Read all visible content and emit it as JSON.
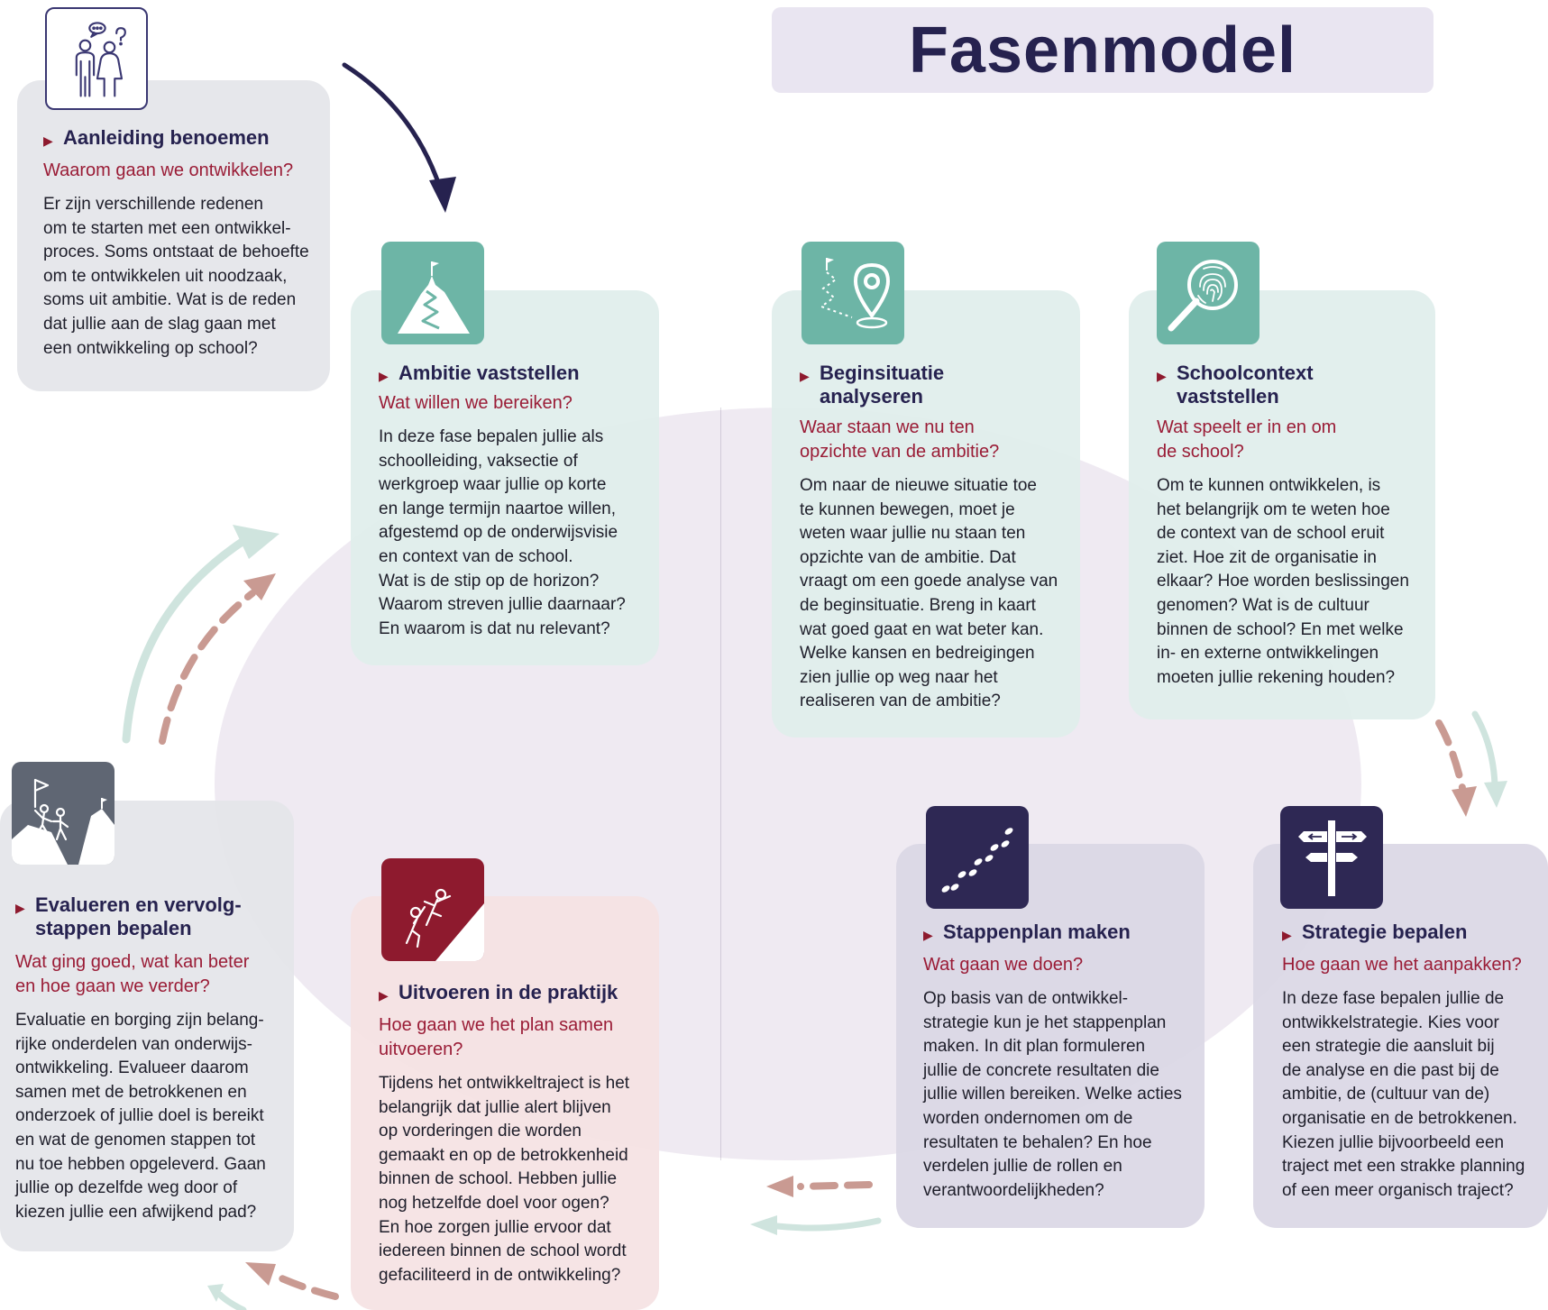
{
  "title": "Fasenmodel",
  "phases": {
    "aanleiding": {
      "icon": "people-question-icon",
      "heading": "Aanleiding benoemen",
      "question": "Waarom gaan we ontwikkelen?",
      "body": "Er zijn verschillende redenen\nom te starten met een ontwikkel-\nproces. Soms ontstaat de behoefte\nom te ontwikkelen uit noodzaak,\nsoms uit ambitie. Wat is de reden\ndat jullie aan de slag gaan met\neen ontwikkeling op school?"
    },
    "ambitie": {
      "icon": "mountain-flag-icon",
      "heading": "Ambitie vaststellen",
      "question": "Wat willen we bereiken?",
      "body": "In deze fase bepalen jullie als\nschoolleiding, vaksectie of\nwerkgroep waar jullie op korte\nen lange termijn naartoe willen,\nafgestemd op de onderwijsvisie\nen context van de school.\nWat is de stip op de horizon?\nWaarom streven jullie daarnaar?\nEn waarom is dat nu relevant?"
    },
    "beginsituatie": {
      "icon": "location-pin-icon",
      "heading_line1": "Beginsituatie",
      "heading_line2": "analyseren",
      "question_line1": "Waar staan we nu ten",
      "question_line2": "opzichte van de ambitie?",
      "body": "Om naar de nieuwe situatie toe\nte kunnen bewegen, moet je\nweten waar jullie nu staan ten\nopzichte van de ambitie. Dat\nvraagt om een goede analyse van\nde beginsituatie. Breng in kaart\nwat goed gaat en wat beter kan.\nWelke kansen en bedreigingen\nzien jullie op weg naar het\nrealiseren van de ambitie?"
    },
    "schoolcontext": {
      "icon": "fingerprint-magnifier-icon",
      "heading_line1": "Schoolcontext",
      "heading_line2": "vaststellen",
      "question_line1": "Wat speelt er in en om",
      "question_line2": "de school?",
      "body": "Om te kunnen ontwikkelen, is\nhet belangrijk om te weten hoe\nde context van de school eruit\nziet. Hoe zit de organisatie in\nelkaar? Hoe worden beslissingen\ngenomen? Wat is de cultuur\nbinnen de school? En met welke\nin- en externe ontwikkelingen\nmoeten jullie rekening houden?"
    },
    "strategie": {
      "icon": "signpost-icon",
      "heading": "Strategie bepalen",
      "question": "Hoe gaan we het aanpakken?",
      "body": "In deze fase bepalen jullie de\nontwikkelstrategie. Kies voor\neen strategie die aansluit bij\nde analyse en die past bij de\nambitie, de (cultuur van de)\norganisatie en de betrokkenen.\nKiezen jullie bijvoorbeeld een\ntraject met een strakke planning\nof een meer organisch traject?"
    },
    "stappenplan": {
      "icon": "footsteps-icon",
      "heading": "Stappenplan maken",
      "question": "Wat gaan we doen?",
      "body": "Op basis van de ontwikkel-\nstrategie kun je het stappenplan\nmaken. In dit plan formuleren\njullie de concrete resultaten die\njullie willen bereiken. Welke acties\nworden ondernomen om de\nresultaten te behalen? En hoe\nverdelen jullie de rollen en\nverantwoordelijkheden?"
    },
    "uitvoeren": {
      "icon": "climbers-helping-icon",
      "heading": "Uitvoeren in de praktijk",
      "question_line1": "Hoe gaan we het plan samen",
      "question_line2": "uitvoeren?",
      "body": "Tijdens het ontwikkeltraject is het\nbelangrijk dat jullie alert blijven\nop vorderingen die worden\ngemaakt en op de betrokkenheid\nbinnen de school. Hebben jullie\nnog hetzelfde doel voor ogen?\nEn hoe zorgen jullie ervoor dat\niedereen binnen de school wordt\ngefaciliteerd in de ontwikkeling?"
    },
    "evalueren": {
      "icon": "summit-flag-climbers-icon",
      "heading_line1": "Evalueren en vervolg-",
      "heading_line2": "stappen bepalen",
      "question_line1": "Wat ging goed, wat kan beter",
      "question_line2": "en hoe gaan we verder?",
      "body": "Evaluatie en borging zijn belang-\nrijke onderdelen van onderwijs-\nontwikkeling. Evalueer daarom\nsamen met de betrokkenen en\nonderzoek of jullie doel is bereikt\nen wat de genomen stappen tot\nnu toe hebben opgeleverd. Gaan\njullie op dezelfde weg door of\nkiezen jullie een afwijkend pad?"
    }
  },
  "colors": {
    "navy": "#26224f",
    "crimson": "#9a1c36",
    "teal_icon": "#6db5a6",
    "dark_icon": "#2e2854",
    "teal_arrow": "#cfe4de",
    "dashed_arrow": "#c99a92"
  }
}
